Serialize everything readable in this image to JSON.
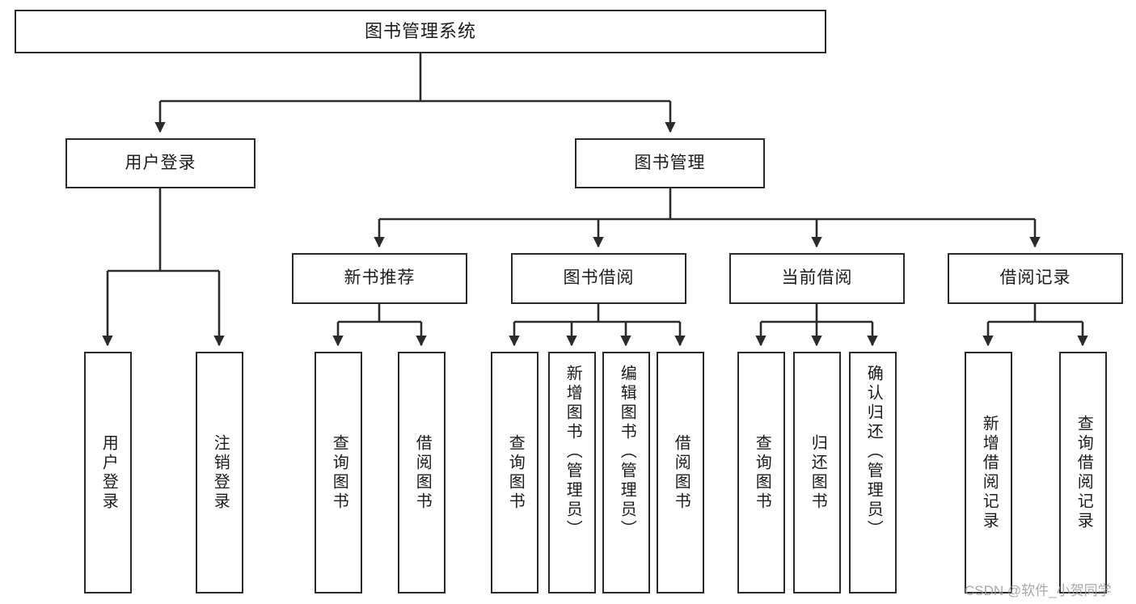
{
  "diagram": {
    "title": "图书管理系统",
    "type": "tree-hierarchy",
    "watermark": "CSDN @软件_小贺同学",
    "colors": {
      "background": "#ffffff",
      "box_border": "#2b2b2b",
      "box_fill": "#ffffff",
      "connector": "#2b2b2b",
      "text": "#1c1c1c",
      "watermark": "#9a9a9a"
    }
  },
  "root": {
    "label": "图书管理系统"
  },
  "level2": [
    {
      "id": "user-login",
      "label": "用户登录"
    },
    {
      "id": "book-manage",
      "label": "图书管理"
    }
  ],
  "level3": [
    {
      "id": "new-book-recommend",
      "label": "新书推荐"
    },
    {
      "id": "book-borrow",
      "label": "图书借阅"
    },
    {
      "id": "current-borrow",
      "label": "当前借阅"
    },
    {
      "id": "borrow-record",
      "label": "借阅记录"
    }
  ],
  "leaves": {
    "user_login": [
      {
        "id": "leaf-user-login",
        "label": "用户登录"
      },
      {
        "id": "leaf-user-logout",
        "label": "注销登录"
      }
    ],
    "new_book_recommend": [
      {
        "id": "leaf-query-book-1",
        "label": "查询图书"
      },
      {
        "id": "leaf-borrow-book-1",
        "label": "借阅图书"
      }
    ],
    "book_borrow": [
      {
        "id": "leaf-query-book-2",
        "label": "查询图书"
      },
      {
        "id": "leaf-add-book",
        "label": "新增图书（管理员）"
      },
      {
        "id": "leaf-edit-book",
        "label": "编辑图书（管理员）"
      },
      {
        "id": "leaf-borrow-book-2",
        "label": "借阅图书"
      }
    ],
    "current_borrow": [
      {
        "id": "leaf-query-book-3",
        "label": "查询图书"
      },
      {
        "id": "leaf-return-book",
        "label": "归还图书"
      },
      {
        "id": "leaf-confirm-return",
        "label": "确认归还（管理员）"
      }
    ],
    "borrow_record": [
      {
        "id": "leaf-add-record",
        "label": "新增借阅记录"
      },
      {
        "id": "leaf-query-record",
        "label": "查询借阅记录"
      }
    ]
  }
}
